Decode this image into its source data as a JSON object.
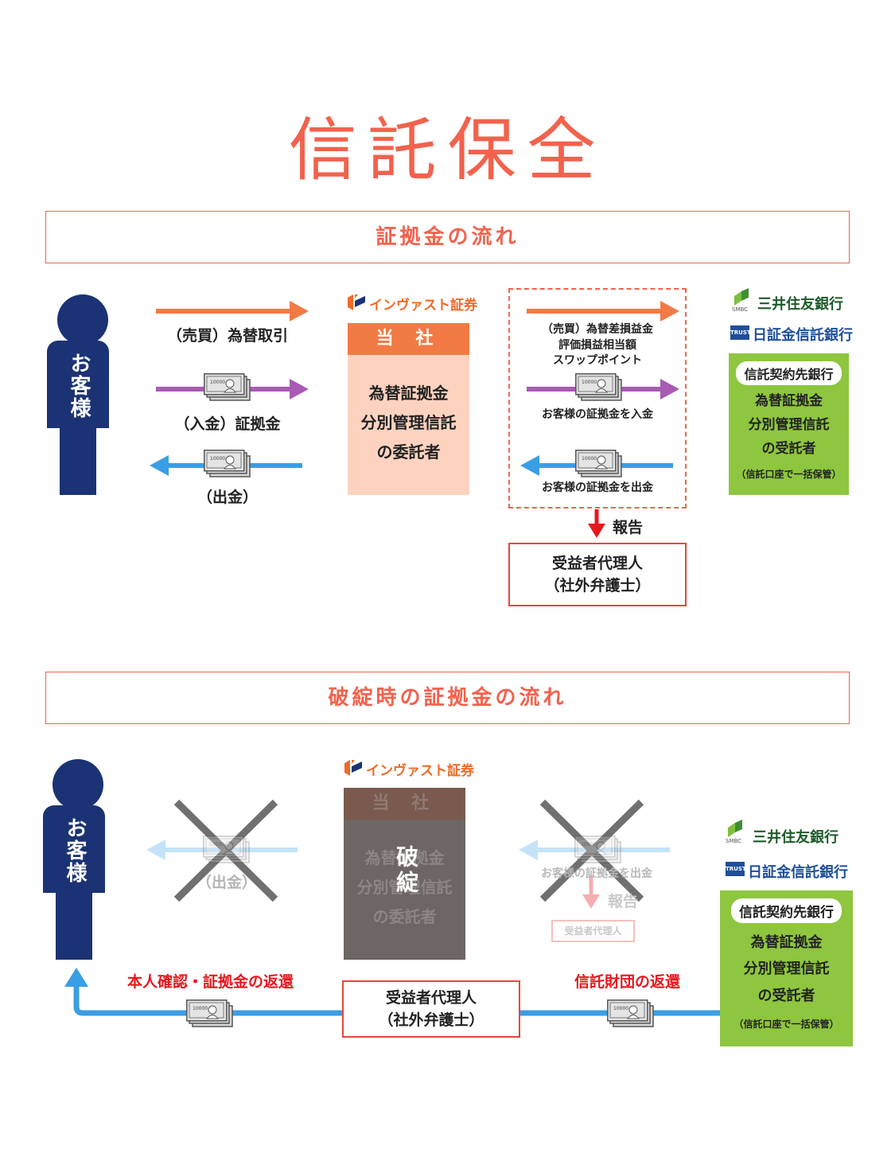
{
  "title": "信託保全",
  "colors": {
    "accent": "#f2624d",
    "navy": "#1b3374",
    "orange": "#f27a45",
    "purple": "#a85bb3",
    "blue": "#3a9ee4",
    "green": "#8ec63f",
    "red": "#e8171d"
  },
  "section1": {
    "heading": "証拠金の流れ",
    "customer": "お客様",
    "arrows": {
      "trade": "（売買）為替取引",
      "deposit": "（入金）証拠金",
      "withdraw": "（出金）"
    },
    "brand": "インヴァスト証券",
    "company_tag": "当 社",
    "company_role": [
      "為替証拠金",
      "分別管理信託",
      "の委託者"
    ],
    "trust_flow": {
      "lines": [
        "（売買）為替差損益金",
        "評価損益相当額",
        "スワップポイント"
      ],
      "deposit": "お客様の証拠金を入金",
      "withdraw": "お客様の証拠金を出金"
    },
    "report": "報告",
    "agent": [
      "受益者代理人",
      "（社外弁護士）"
    ],
    "banks": {
      "smbc_name": "三井住友銀行",
      "smbc_mark": "SMBC",
      "nissho_name": "日証金信託銀行",
      "nissho_mark": "TRUST"
    },
    "green_pill": "信託契約先銀行",
    "green_role": [
      "為替証拠金",
      "分別管理信託",
      "の受託者"
    ],
    "green_note": "（信託口座で一括保管）"
  },
  "section2": {
    "heading": "破綻時の証拠金の流れ",
    "customer": "お客様",
    "faded_withdraw": "（出金）",
    "brand": "インヴァスト証券",
    "company_tag": "当 社",
    "company_role": [
      "為替証拠金",
      "分別管理信託",
      "の委託者"
    ],
    "collapse": "破綻",
    "faded_trust_withdraw": "お客様の証拠金を出金",
    "faded_report": "報告",
    "faded_agent": "受益者代理人",
    "return_identity": "本人確認・証拠金の返還",
    "return_trust": "信託財団の返還",
    "agent": [
      "受益者代理人",
      "（社外弁護士）"
    ],
    "banks": {
      "smbc_name": "三井住友銀行",
      "smbc_mark": "SMBC",
      "nissho_name": "日証金信託銀行",
      "nissho_mark": "TRUST"
    },
    "green_pill": "信託契約先銀行",
    "green_role": [
      "為替証拠金",
      "分別管理信託",
      "の受託者"
    ],
    "green_note": "（信託口座で一括保管）"
  }
}
